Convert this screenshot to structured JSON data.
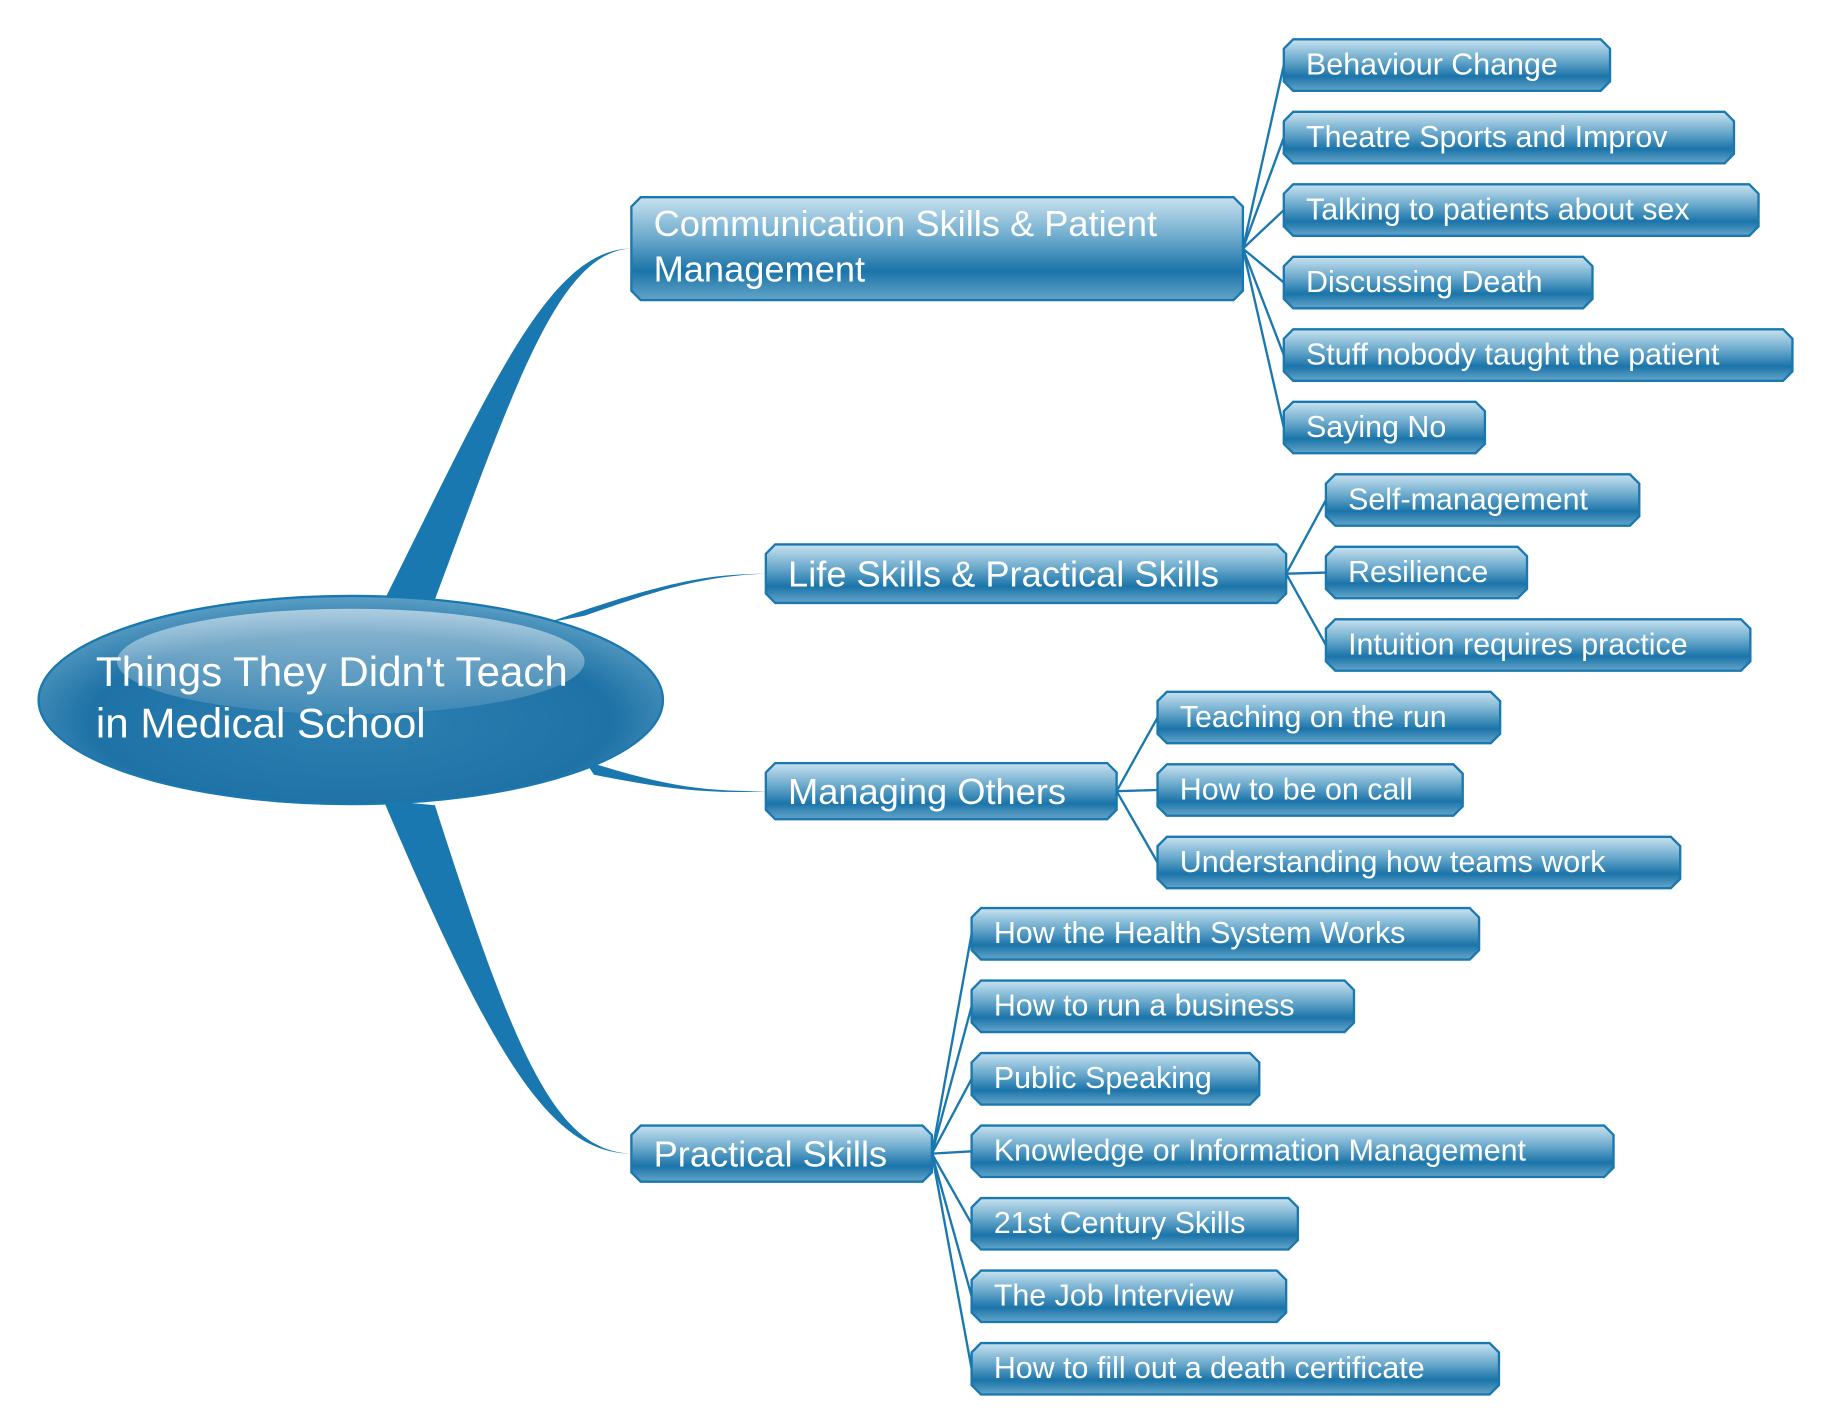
{
  "root": {
    "lines": [
      "Things They Didn't Teach",
      "in Medical School"
    ]
  },
  "branches": [
    {
      "lines": [
        "Communication Skills & Patient",
        "Management"
      ],
      "children": [
        "Behaviour Change",
        "Theatre Sports and Improv",
        "Talking to patients about sex",
        "Discussing Death",
        "Stuff nobody taught the patient",
        "Saying No"
      ]
    },
    {
      "lines": [
        "Life Skills & Practical Skills"
      ],
      "children": [
        "Self-management",
        "Resilience",
        "Intuition requires practice"
      ]
    },
    {
      "lines": [
        "Managing Others"
      ],
      "children": [
        "Teaching on the run",
        "How to be on call",
        "Understanding how teams work"
      ]
    },
    {
      "lines": [
        "Practical Skills"
      ],
      "children": [
        "How the Health System Works",
        "How to run a business",
        "Public Speaking",
        "Knowledge or Information Management",
        "21st Century Skills",
        "The Job Interview",
        "How to fill out a death certificate"
      ]
    }
  ],
  "colors": {
    "accent": "#1a78b0",
    "dark": "#1a73a8",
    "light": "#c4dfee"
  }
}
